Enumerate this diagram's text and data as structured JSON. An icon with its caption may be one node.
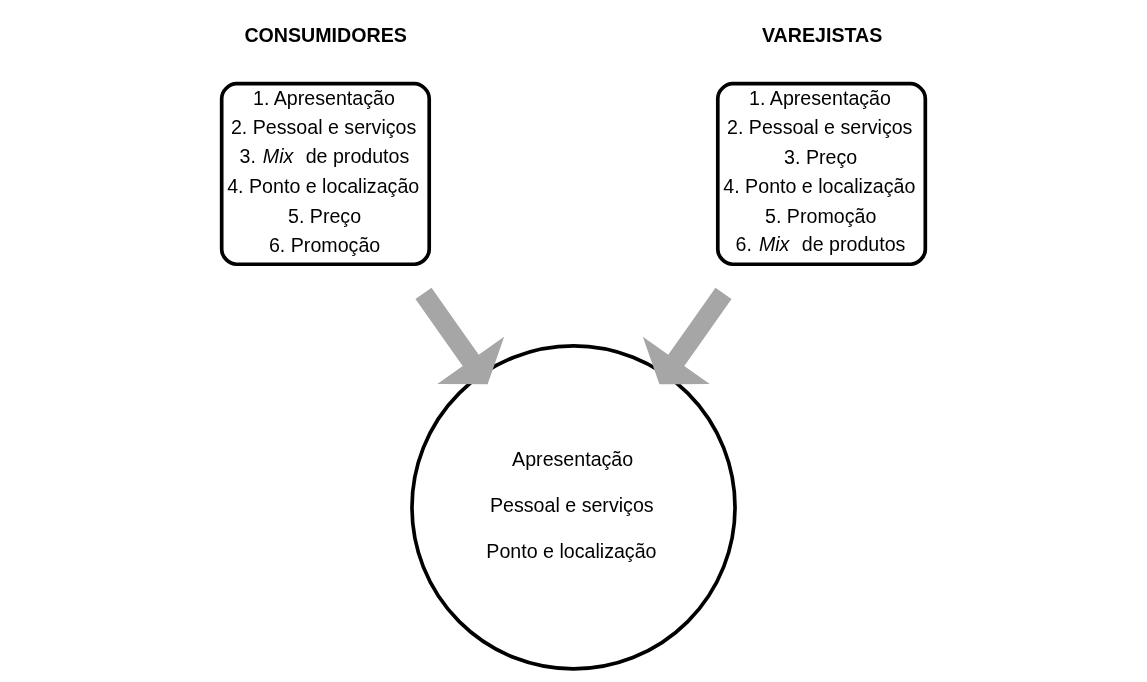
{
  "diagram": {
    "nodes": [
      {
        "text": [
          "CONSUMIDORES",
          "1. Apresentação",
          "2. Pessoal e serviços",
          "3. *Mix* de produtos",
          "4. Ponto e localização",
          "5. Preço",
          "6. Promoção"
        ]
      },
      {
        "text": [
          "VAREJISTAS",
          "1. Apresentação",
          "2. Pessoal e serviços",
          "3. Preço",
          "4. Ponto e localização",
          "5. Promoção",
          "6. *Mix* de produtos"
        ]
      },
      {
        "text": [
          "Apresentação",
          "Pessoal e serviços",
          "Ponto e localização"
        ]
      }
    ],
    "edges": [
      {
        "from": 0,
        "to": 2,
        "arrow": "to"
      },
      {
        "from": 1,
        "to": 2,
        "arrow": "to"
      }
    ]
  }
}
